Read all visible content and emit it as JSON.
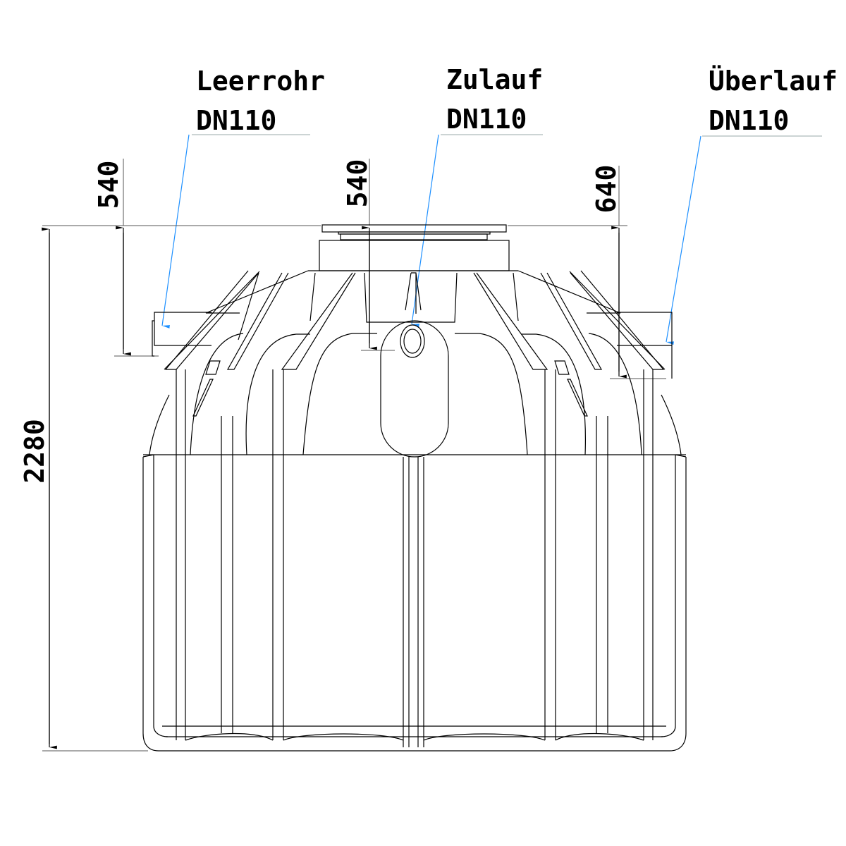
{
  "labels": {
    "leerrohr": {
      "name": "Leerrohr",
      "size": "DN110"
    },
    "zulauf": {
      "name": "Zulauf",
      "size": "DN110"
    },
    "ueberlauf": {
      "name": "Überlauf",
      "size": "DN110"
    }
  },
  "dimensions": {
    "total_height": "2280",
    "leerrohr_depth": "540",
    "zulauf_depth": "540",
    "ueberlauf_depth": "640"
  },
  "colors": {
    "leader": "#1e90ff",
    "line": "#000000"
  }
}
